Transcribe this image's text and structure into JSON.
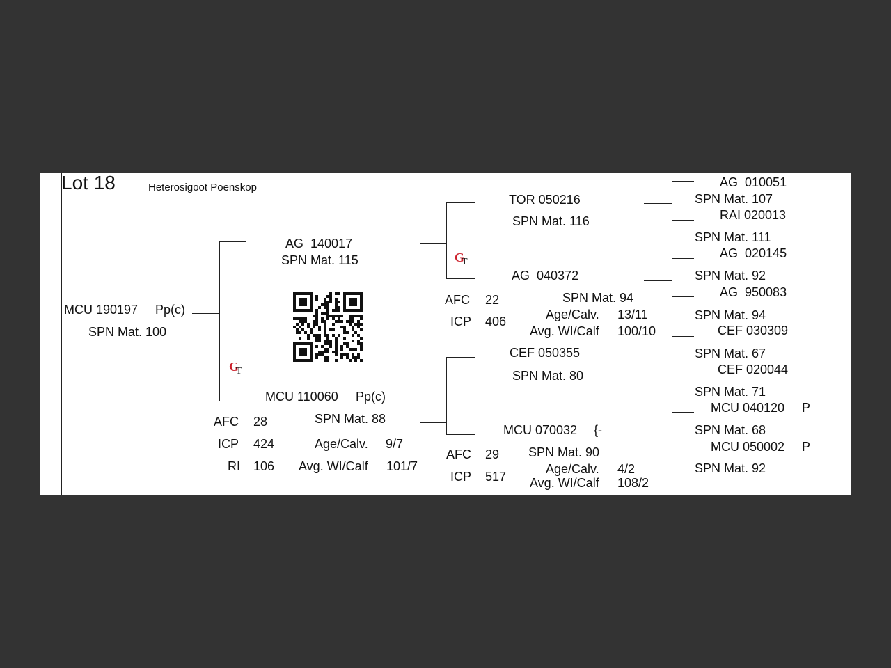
{
  "header": {
    "lot": "Lot 18",
    "subtitle": "Heterosigoot Poenskop"
  },
  "animal": {
    "id": "MCU 190197",
    "poll": "Pp(c)",
    "spn": "SPN Mat. 100"
  },
  "sire": {
    "id": "AG  140017",
    "spn": "SPN Mat. 115"
  },
  "dam": {
    "id": "MCU 110060",
    "poll": "Pp(c)",
    "spn": "SPN Mat. 88",
    "afc_label": "AFC",
    "afc": "28",
    "icp_label": "ICP",
    "icp": "424",
    "ri_label": "RI",
    "ri": "106",
    "agecalv_label": "Age/Calv.",
    "agecalv": "9/7",
    "wi_label": "Avg. WI/Calf",
    "wi": "101/7"
  },
  "ss": {
    "id": "TOR 050216",
    "spn": "SPN Mat. 116"
  },
  "sd": {
    "id": "AG  040372",
    "spn": "SPN Mat. 94",
    "afc_label": "AFC",
    "afc": "22",
    "icp_label": "ICP",
    "icp": "406",
    "agecalv_label": "Age/Calv.",
    "agecalv": "13/11",
    "wi_label": "Avg. WI/Calf",
    "wi": "100/10"
  },
  "ds": {
    "id": "CEF 050355",
    "spn": "SPN Mat. 80"
  },
  "dd": {
    "id": "MCU 070032",
    "poll": "{-",
    "spn": "SPN Mat. 90",
    "afc_label": "AFC",
    "afc": "29",
    "icp_label": "ICP",
    "icp": "517",
    "agecalv_label": "Age/Calv.",
    "agecalv": "4/2",
    "wi_label": "Avg. WI/Calf",
    "wi": "108/2"
  },
  "ggp": [
    {
      "id": "AG  010051",
      "spn": "SPN Mat. 107"
    },
    {
      "id": "RAI 020013",
      "spn": "SPN Mat. 111"
    },
    {
      "id": "AG  020145",
      "spn": "SPN Mat. 92"
    },
    {
      "id": "AG  950083",
      "spn": "SPN Mat. 94"
    },
    {
      "id": "CEF 030309",
      "spn": "SPN Mat. 67"
    },
    {
      "id": "CEF 020044",
      "spn": "SPN Mat. 71"
    },
    {
      "id": "MCU 040120",
      "poll": "P",
      "spn": "SPN Mat. 68"
    },
    {
      "id": "MCU 050002",
      "poll": "P",
      "spn": "SPN Mat. 92"
    }
  ],
  "logo": {
    "text": "GT",
    "color_g": "#cc1f2a",
    "color_t": "#111111"
  }
}
